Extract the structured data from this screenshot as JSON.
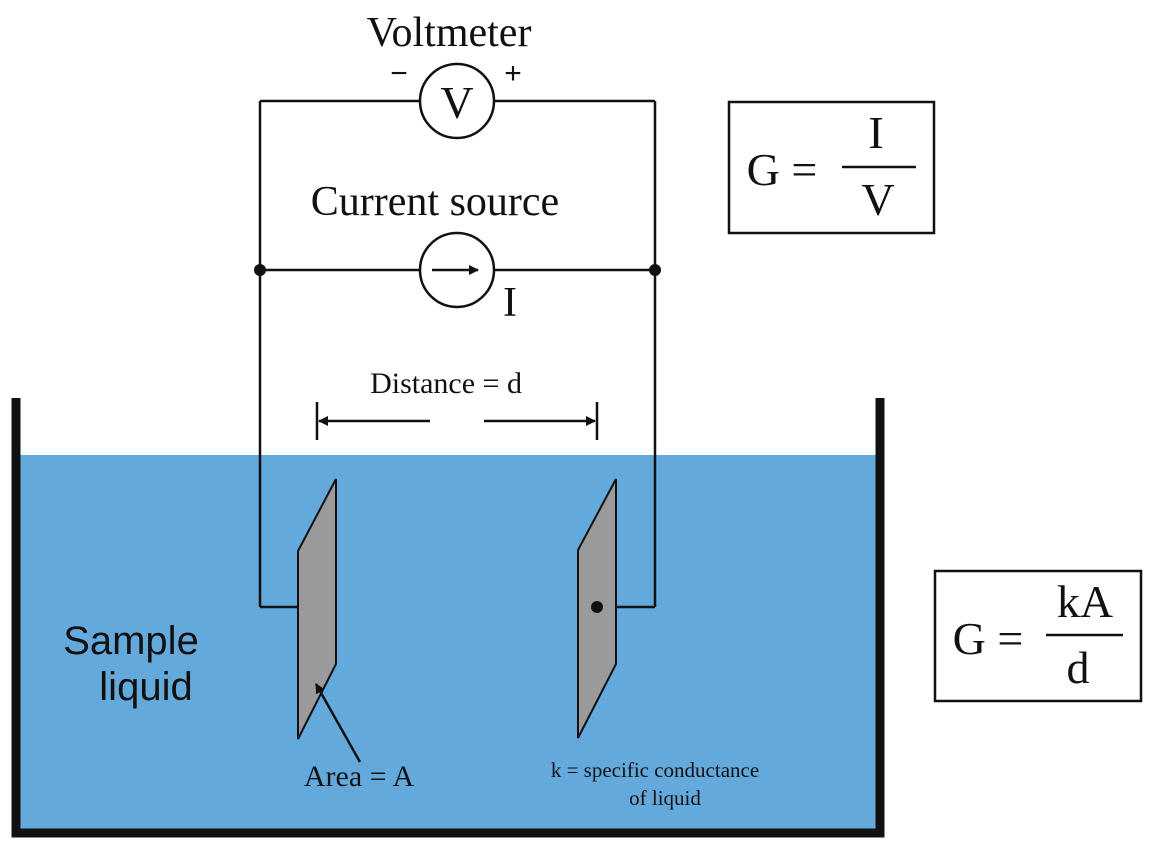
{
  "colors": {
    "liquid": "#64a9dc",
    "plate": "#9a9a9a",
    "line": "#111111",
    "background": "#ffffff"
  },
  "voltmeter": {
    "label": "Voltmeter",
    "symbol": "V",
    "minus": "−",
    "plus": "+"
  },
  "current_source": {
    "label": "Current source",
    "current_symbol": "I"
  },
  "formula_1": {
    "lhs": "G =",
    "numerator": "I",
    "denominator": "V"
  },
  "formula_2": {
    "lhs": "G =",
    "numerator": "kA",
    "denominator": "d"
  },
  "distance_label": "Distance = d",
  "area_label": "Area = A",
  "conductance_label": {
    "line1": "k = specific conductance",
    "line2": "of liquid"
  },
  "liquid_label": {
    "line1": "Sample",
    "line2": "liquid"
  }
}
